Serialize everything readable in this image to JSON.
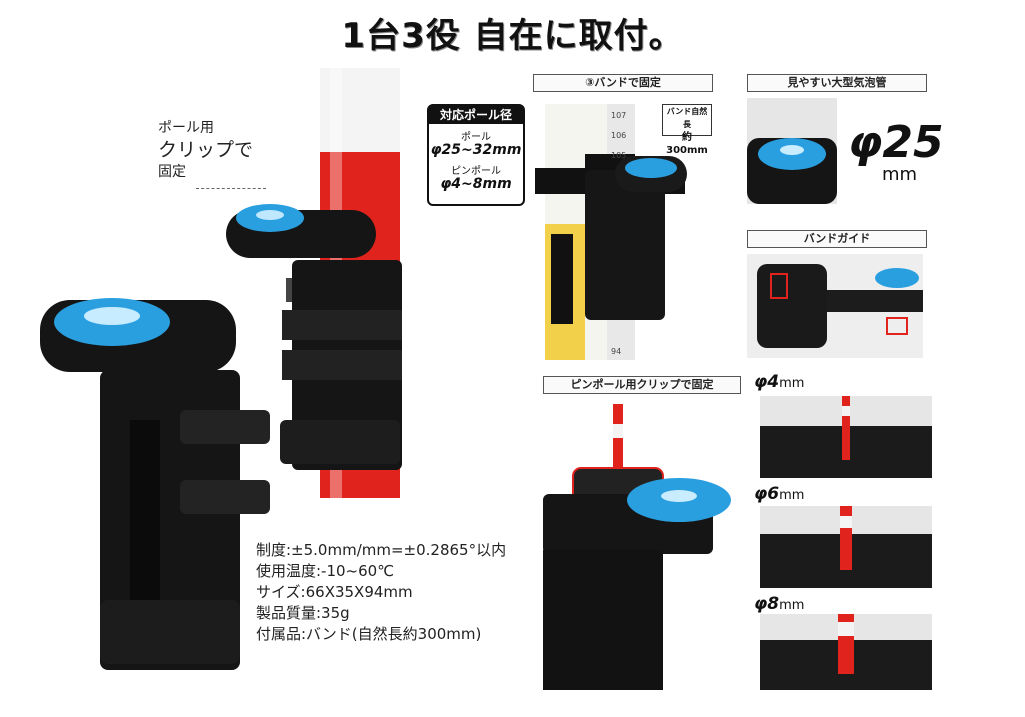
{
  "headline": "1台3役 自在に取付。",
  "callout": {
    "line1": "ポール用",
    "line2": "クリップで",
    "line3": "固定"
  },
  "compat": {
    "title": "対応ポール径",
    "pole_label": "ポール",
    "pole_value": "φ25~32mm",
    "pin_label": "ピンポール",
    "pin_value": "φ4~8mm"
  },
  "panels": {
    "band": "③バンドで固定",
    "vial": "見やすい大型気泡管",
    "guide": "バンドガイド",
    "pin": "ピンポール用クリップで固定"
  },
  "band_note": {
    "line1": "バンド自然長",
    "line2": "約300mm"
  },
  "vial_size": {
    "value": "φ25",
    "unit": "mm"
  },
  "pin_sizes": [
    {
      "value": "φ4",
      "unit": "mm"
    },
    {
      "value": "φ6",
      "unit": "mm"
    },
    {
      "value": "φ8",
      "unit": "mm"
    }
  ],
  "ruler_numbers": [
    "107",
    "106",
    "105",
    "94"
  ],
  "specs": [
    "制度:±5.0mm/mm=±0.2865°以内",
    "使用温度:-10~60℃",
    "サイズ:66X35X94mm",
    "製品質量:35g",
    "付属品:バンド(自然長約300mm)"
  ],
  "colors": {
    "accent_red": "#e0241d",
    "vial_blue": "#2a9fe0",
    "body_black": "#151515"
  }
}
